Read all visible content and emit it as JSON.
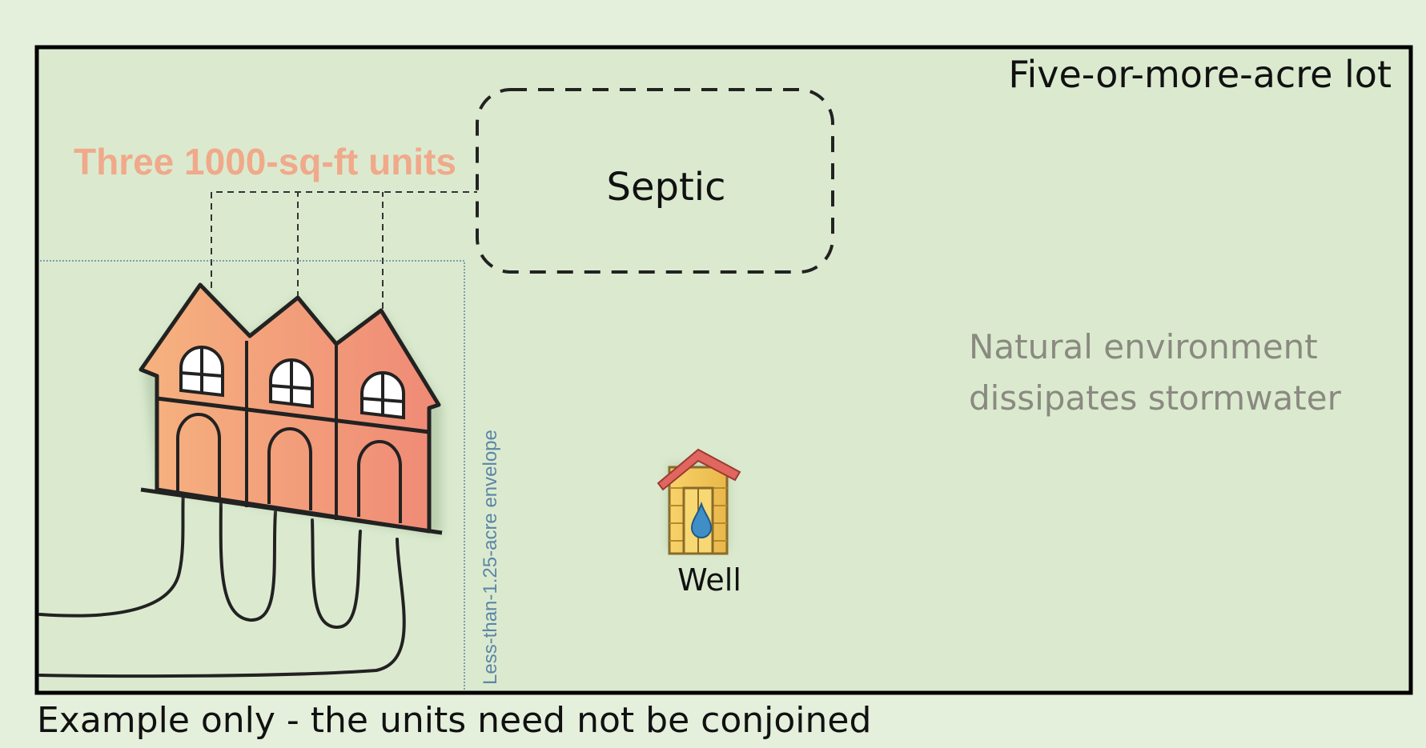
{
  "labels": {
    "lot": "Five-or-more-acre lot",
    "units": "Three 1000-sq-ft units",
    "septic": "Septic",
    "natural_line1": "Natural environment",
    "natural_line2": "dissipates stormwater",
    "well": "Well",
    "envelope": "Less-than-1.25-acre envelope",
    "footnote": "Example only - the units need not be conjoined"
  },
  "colors": {
    "page_bg": "#e4efdc",
    "lot_fill": "#dbeacf",
    "lot_border": "#000000",
    "units_label": "#f0a98a",
    "envelope_line": "#5b86a6",
    "house_fill_light": "#f6b27f",
    "house_fill_dark": "#ef8a76",
    "well_roof": "#e0665f",
    "well_body": "#f2c75a",
    "water_drop": "#3f8fc6",
    "natural_text": "#8a8a80"
  },
  "icons": [
    "house-icon",
    "well-icon",
    "water-drop-icon"
  ]
}
